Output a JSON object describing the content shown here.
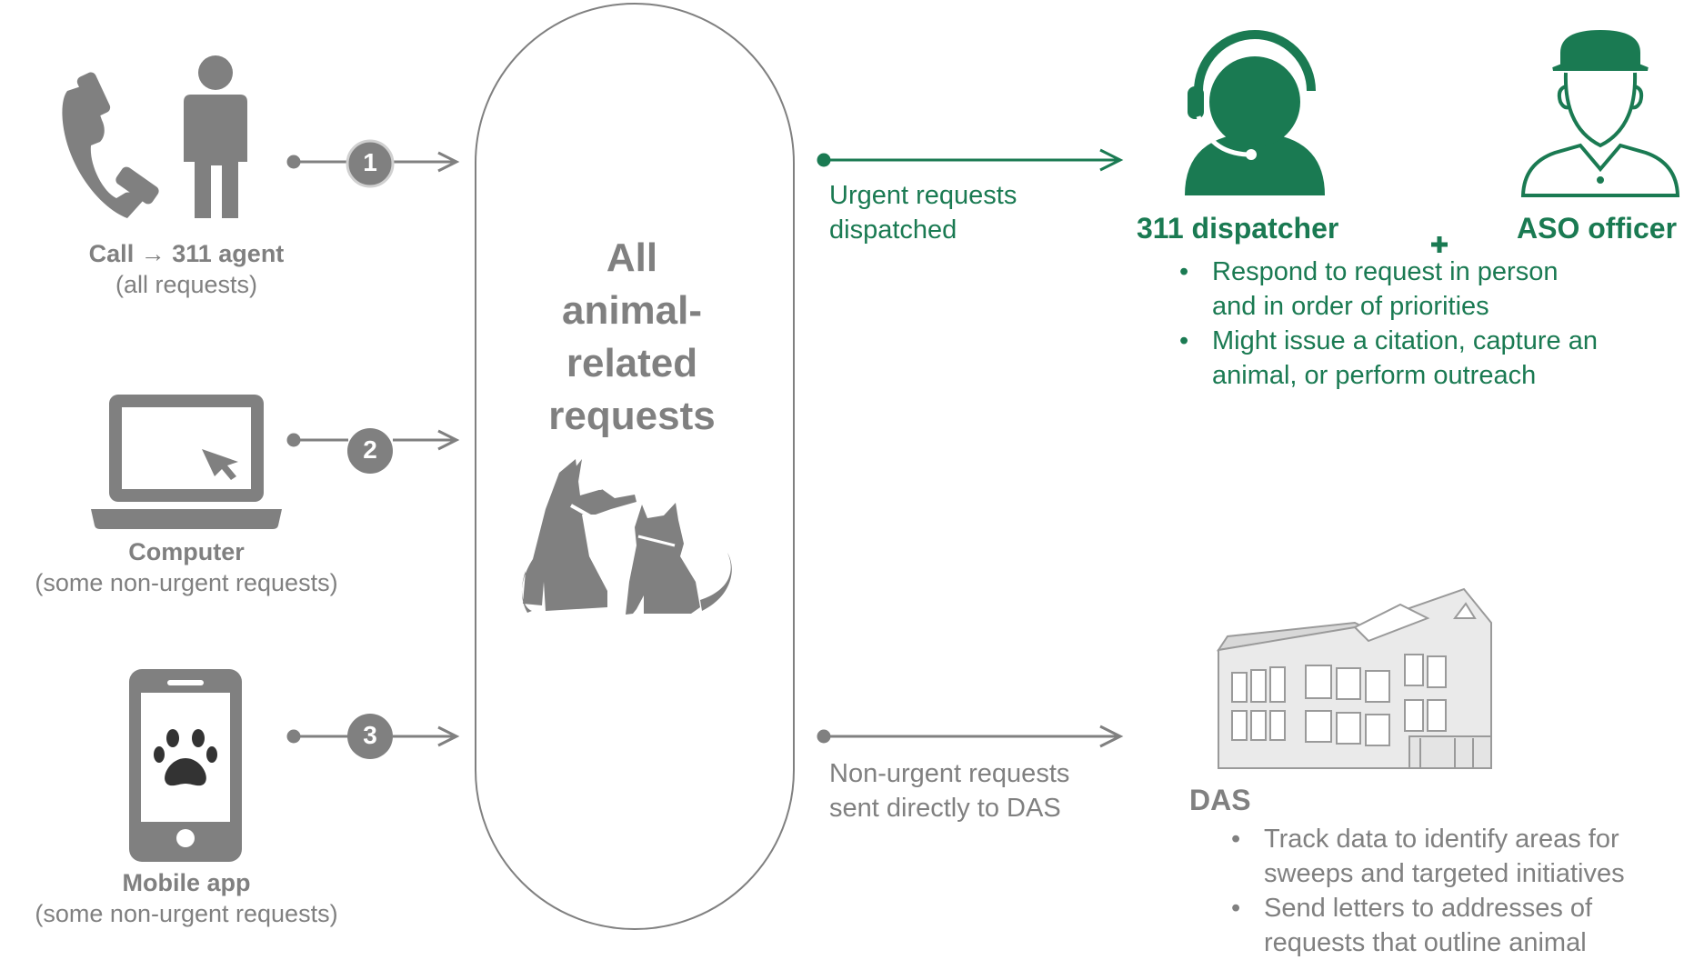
{
  "diagram": {
    "center": {
      "title_lines": [
        "All",
        "animal-",
        "related",
        "requests"
      ],
      "icon": "dog-and-cat-icon"
    },
    "sources": [
      {
        "step": "1",
        "bold": "Call",
        "arrow": "→",
        "bold_tail": "311 agent",
        "sub": "(all requests)",
        "icons": [
          "phone-icon",
          "person-icon"
        ]
      },
      {
        "step": "2",
        "bold": "Computer",
        "sub": "(some non-urgent requests)",
        "icons": [
          "laptop-icon"
        ]
      },
      {
        "step": "3",
        "bold": "Mobile app",
        "sub": "(some non-urgent requests)",
        "icons": [
          "smartphone-paw-icon"
        ]
      }
    ],
    "urgent": {
      "label_lines": [
        "Urgent requests",
        "dispatched"
      ],
      "color": "#1a7a52",
      "roles": [
        "311 dispatcher",
        "ASO officer"
      ],
      "plus": "+",
      "bullets": [
        [
          "Respond to request in person",
          "and in order of priorities"
        ],
        [
          "Might issue a citation, capture an",
          "animal, or perform outreach"
        ]
      ]
    },
    "non_urgent": {
      "label_lines": [
        "Non-urgent requests",
        "sent directly to DAS"
      ],
      "color": "#808080",
      "org": "DAS",
      "bullets": [
        [
          "Track data to identify areas for",
          "sweeps and targeted initiatives"
        ],
        [
          "Send letters to addresses of",
          "requests that outline animal"
        ]
      ]
    }
  }
}
